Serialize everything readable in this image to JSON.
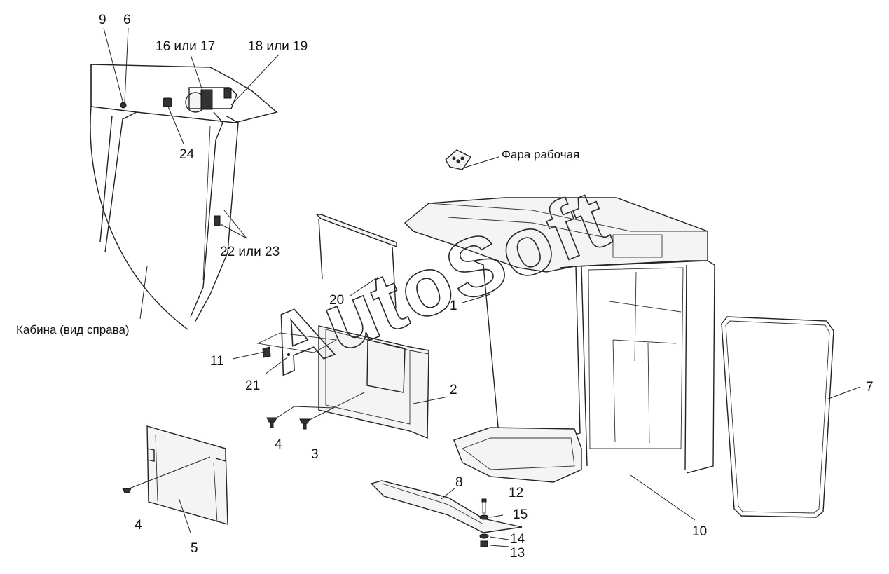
{
  "labels": {
    "n9": "9",
    "n6": "6",
    "n16_17": "16 или 17",
    "n18_19": "18 или 19",
    "n24": "24",
    "n22_23": "22 или 23",
    "cab_side_view": "Кабина (вид справа)",
    "work_lamp": "Фара рабочая",
    "n20": "20",
    "n1": "1",
    "n11": "11",
    "n21": "21",
    "n2": "2",
    "n4a": "4",
    "n3": "3",
    "n4b": "4",
    "n5": "5",
    "n8": "8",
    "n12": "12",
    "n15": "15",
    "n14": "14",
    "n13": "13",
    "n10": "10",
    "n7": "7"
  },
  "watermark": "AutoSoft"
}
